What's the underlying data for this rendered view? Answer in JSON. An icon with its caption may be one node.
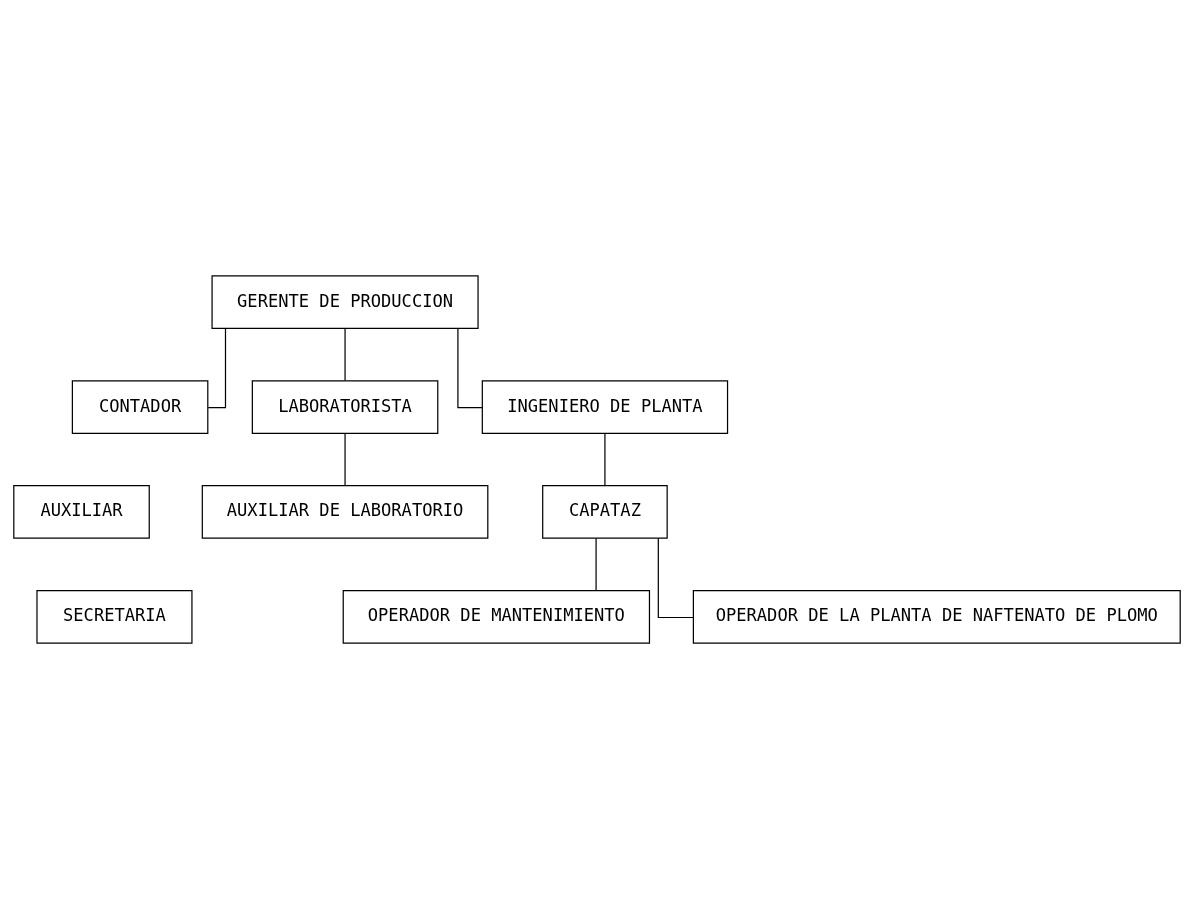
{
  "diagram": {
    "nodes": [
      {
        "text": [
          "GERENTE DE PRODUCCION"
        ]
      },
      {
        "text": [
          "SECRETARIA"
        ]
      },
      {
        "text": [
          "CONTADOR"
        ]
      },
      {
        "text": [
          "LABORATORISTA"
        ]
      },
      {
        "text": [
          "INGENIERO DE PLANTA"
        ]
      },
      {
        "text": [
          "AUXILIAR"
        ]
      },
      {
        "text": [
          "AUXILIAR DE LABORATORIO"
        ]
      },
      {
        "text": [
          "CAPATAZ"
        ]
      },
      {
        "text": [
          "OPERADOR DE MANTENIMIENTO"
        ]
      },
      {
        "text": [
          "OPERADOR DE LA PLANTA DE NAFTENATO DE PLOMO"
        ]
      }
    ],
    "edges": [
      {
        "from": 0,
        "to": 2,
        "arrow": "none"
      },
      {
        "from": 0,
        "to": 3,
        "arrow": "none"
      },
      {
        "from": 0,
        "to": 4,
        "arrow": "none"
      },
      {
        "from": 3,
        "to": 6,
        "arrow": "none"
      },
      {
        "from": 4,
        "to": 7,
        "arrow": "none"
      },
      {
        "from": 7,
        "to": 8,
        "arrow": "none"
      },
      {
        "from": 7,
        "to": 9,
        "arrow": "none"
      }
    ]
  }
}
